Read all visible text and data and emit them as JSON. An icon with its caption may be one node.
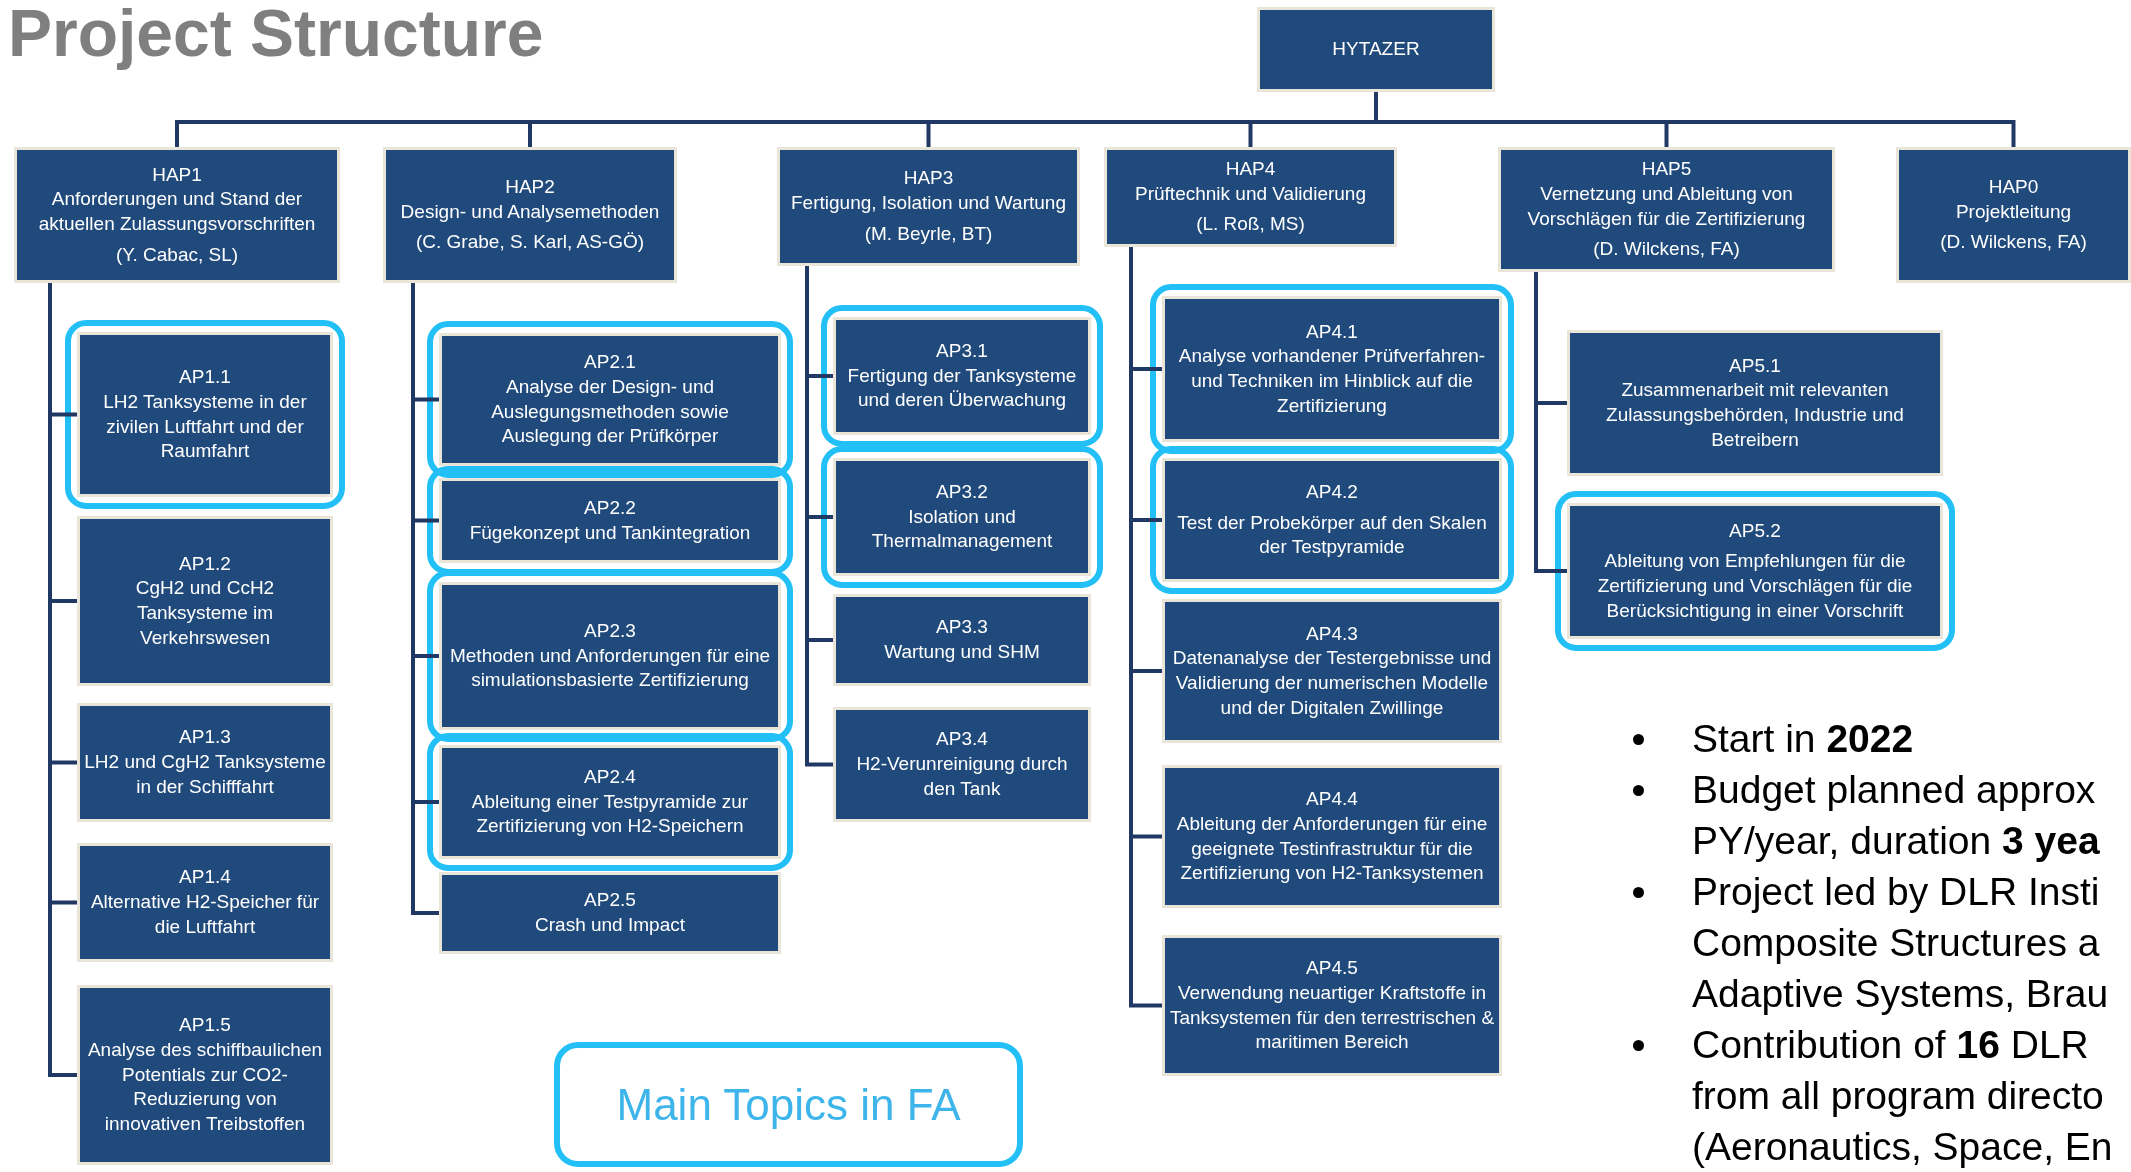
{
  "diagram": {
    "title": "Project Structure",
    "nodes": [
      {
        "text": [
          "HYTAZER"
        ]
      },
      {
        "text": [
          "HAP1",
          "Anforderungen und Stand der aktuellen Zulassungsvorschriften",
          "(Y. Cabac, SL)"
        ]
      },
      {
        "text": [
          "HAP2",
          "Design- und Analysemethoden",
          "(C. Grabe, S. Karl, AS-GÖ)"
        ]
      },
      {
        "text": [
          "HAP3",
          "Fertigung, Isolation und Wartung",
          "(M. Beyrle, BT)"
        ]
      },
      {
        "text": [
          "HAP4",
          "Prüftechnik und Validierung",
          "(L. Roß, MS)"
        ]
      },
      {
        "text": [
          "HAP5",
          "Vernetzung und Ableitung von Vorschlägen für die Zertifizierung",
          "(D. Wilckens, FA)"
        ]
      },
      {
        "text": [
          "HAP0",
          "Projektleitung",
          "(D. Wilckens, FA)"
        ]
      },
      {
        "text": [
          "AP1.1",
          "LH2 Tanksysteme in der zivilen Luftfahrt und der Raumfahrt"
        ]
      },
      {
        "text": [
          "AP1.2",
          "CgH2 und CcH2 Tanksysteme im Verkehrswesen"
        ]
      },
      {
        "text": [
          "AP1.3",
          "LH2 und CgH2 Tanksysteme in der Schifffahrt"
        ]
      },
      {
        "text": [
          "AP1.4",
          "Alternative H2-Speicher für die Luftfahrt"
        ]
      },
      {
        "text": [
          "AP1.5",
          "Analyse des schiffbaulichen Potentials zur CO2-Reduzierung von innovativen Treibstoffen"
        ]
      },
      {
        "text": [
          "AP2.1",
          "Analyse der Design- und Auslegungsmethoden sowie Auslegung der Prüfkörper"
        ]
      },
      {
        "text": [
          "AP2.2",
          "Fügekonzept und Tankintegration"
        ]
      },
      {
        "text": [
          "AP2.3",
          "Methoden und Anforderungen für eine simulationsbasierte Zertifizierung"
        ]
      },
      {
        "text": [
          "AP2.4",
          "Ableitung einer Testpyramide zur Zertifizierung von H2-Speichern"
        ]
      },
      {
        "text": [
          "AP2.5",
          "Crash und Impact"
        ]
      },
      {
        "text": [
          "AP3.1",
          "Fertigung der Tanksysteme und deren Überwachung"
        ]
      },
      {
        "text": [
          "AP3.2",
          "Isolation und Thermalmanagement"
        ]
      },
      {
        "text": [
          "AP3.3",
          "Wartung und SHM"
        ]
      },
      {
        "text": [
          "AP3.4",
          "H2-Verunreinigung durch den Tank"
        ]
      },
      {
        "text": [
          "AP4.1",
          "Analyse vorhandener Prüfverfahren- und Techniken im Hinblick auf die Zertifizierung"
        ]
      },
      {
        "text": [
          "AP4.2",
          "Test der Probekörper auf den Skalen der Testpyramide"
        ]
      },
      {
        "text": [
          "AP4.3",
          "Datenanalyse der Testergebnisse und Validierung der numerischen Modelle und der Digitalen Zwillinge"
        ]
      },
      {
        "text": [
          "AP4.4",
          "Ableitung der Anforderungen für eine geeignete Testinfrastruktur für die Zertifizierung von H2-Tanksystemen"
        ]
      },
      {
        "text": [
          "AP4.5",
          "Verwendung neuartiger Kraftstoffe in Tanksystemen für den terrestrischen & maritimen Bereich"
        ]
      },
      {
        "text": [
          "AP5.1",
          "Zusammenarbeit mit relevanten Zulassungsbehörden, Industrie und Betreibern"
        ]
      },
      {
        "text": [
          "AP5.2",
          "Ableitung von Empfehlungen für die Zertifizierung und Vorschlägen für die Berücksichtigung in einer Vorschrift"
        ]
      }
    ],
    "edges": [
      {
        "from": 0,
        "to": 1,
        "arrow": "none"
      },
      {
        "from": 0,
        "to": 2,
        "arrow": "none"
      },
      {
        "from": 0,
        "to": 3,
        "arrow": "none"
      },
      {
        "from": 0,
        "to": 4,
        "arrow": "none"
      },
      {
        "from": 0,
        "to": 5,
        "arrow": "none"
      },
      {
        "from": 0,
        "to": 6,
        "arrow": "none"
      },
      {
        "from": 1,
        "to": 7,
        "arrow": "none"
      },
      {
        "from": 1,
        "to": 8,
        "arrow": "none"
      },
      {
        "from": 1,
        "to": 9,
        "arrow": "none"
      },
      {
        "from": 1,
        "to": 10,
        "arrow": "none"
      },
      {
        "from": 1,
        "to": 11,
        "arrow": "none"
      },
      {
        "from": 2,
        "to": 12,
        "arrow": "none"
      },
      {
        "from": 2,
        "to": 13,
        "arrow": "none"
      },
      {
        "from": 2,
        "to": 14,
        "arrow": "none"
      },
      {
        "from": 2,
        "to": 15,
        "arrow": "none"
      },
      {
        "from": 2,
        "to": 16,
        "arrow": "none"
      },
      {
        "from": 3,
        "to": 17,
        "arrow": "none"
      },
      {
        "from": 3,
        "to": 18,
        "arrow": "none"
      },
      {
        "from": 3,
        "to": 19,
        "arrow": "none"
      },
      {
        "from": 3,
        "to": 20,
        "arrow": "none"
      },
      {
        "from": 4,
        "to": 21,
        "arrow": "none"
      },
      {
        "from": 4,
        "to": 22,
        "arrow": "none"
      },
      {
        "from": 4,
        "to": 23,
        "arrow": "none"
      },
      {
        "from": 4,
        "to": 24,
        "arrow": "none"
      },
      {
        "from": 4,
        "to": 25,
        "arrow": "none"
      },
      {
        "from": 5,
        "to": 26,
        "arrow": "none"
      },
      {
        "from": 5,
        "to": 27,
        "arrow": "none"
      }
    ],
    "labels": [
      "Start in **2022**",
      "Budget planned approx PY/year, duration **3 yea**",
      "Project led by DLR Insti Composite Structures a Adaptive Systems, Brau",
      "Contribution of **16** DLR from all program directo (Aeronautics, Space, En"
    ],
    "legend": [
      {
        "text": "Main Topics in FA"
      }
    ]
  }
}
